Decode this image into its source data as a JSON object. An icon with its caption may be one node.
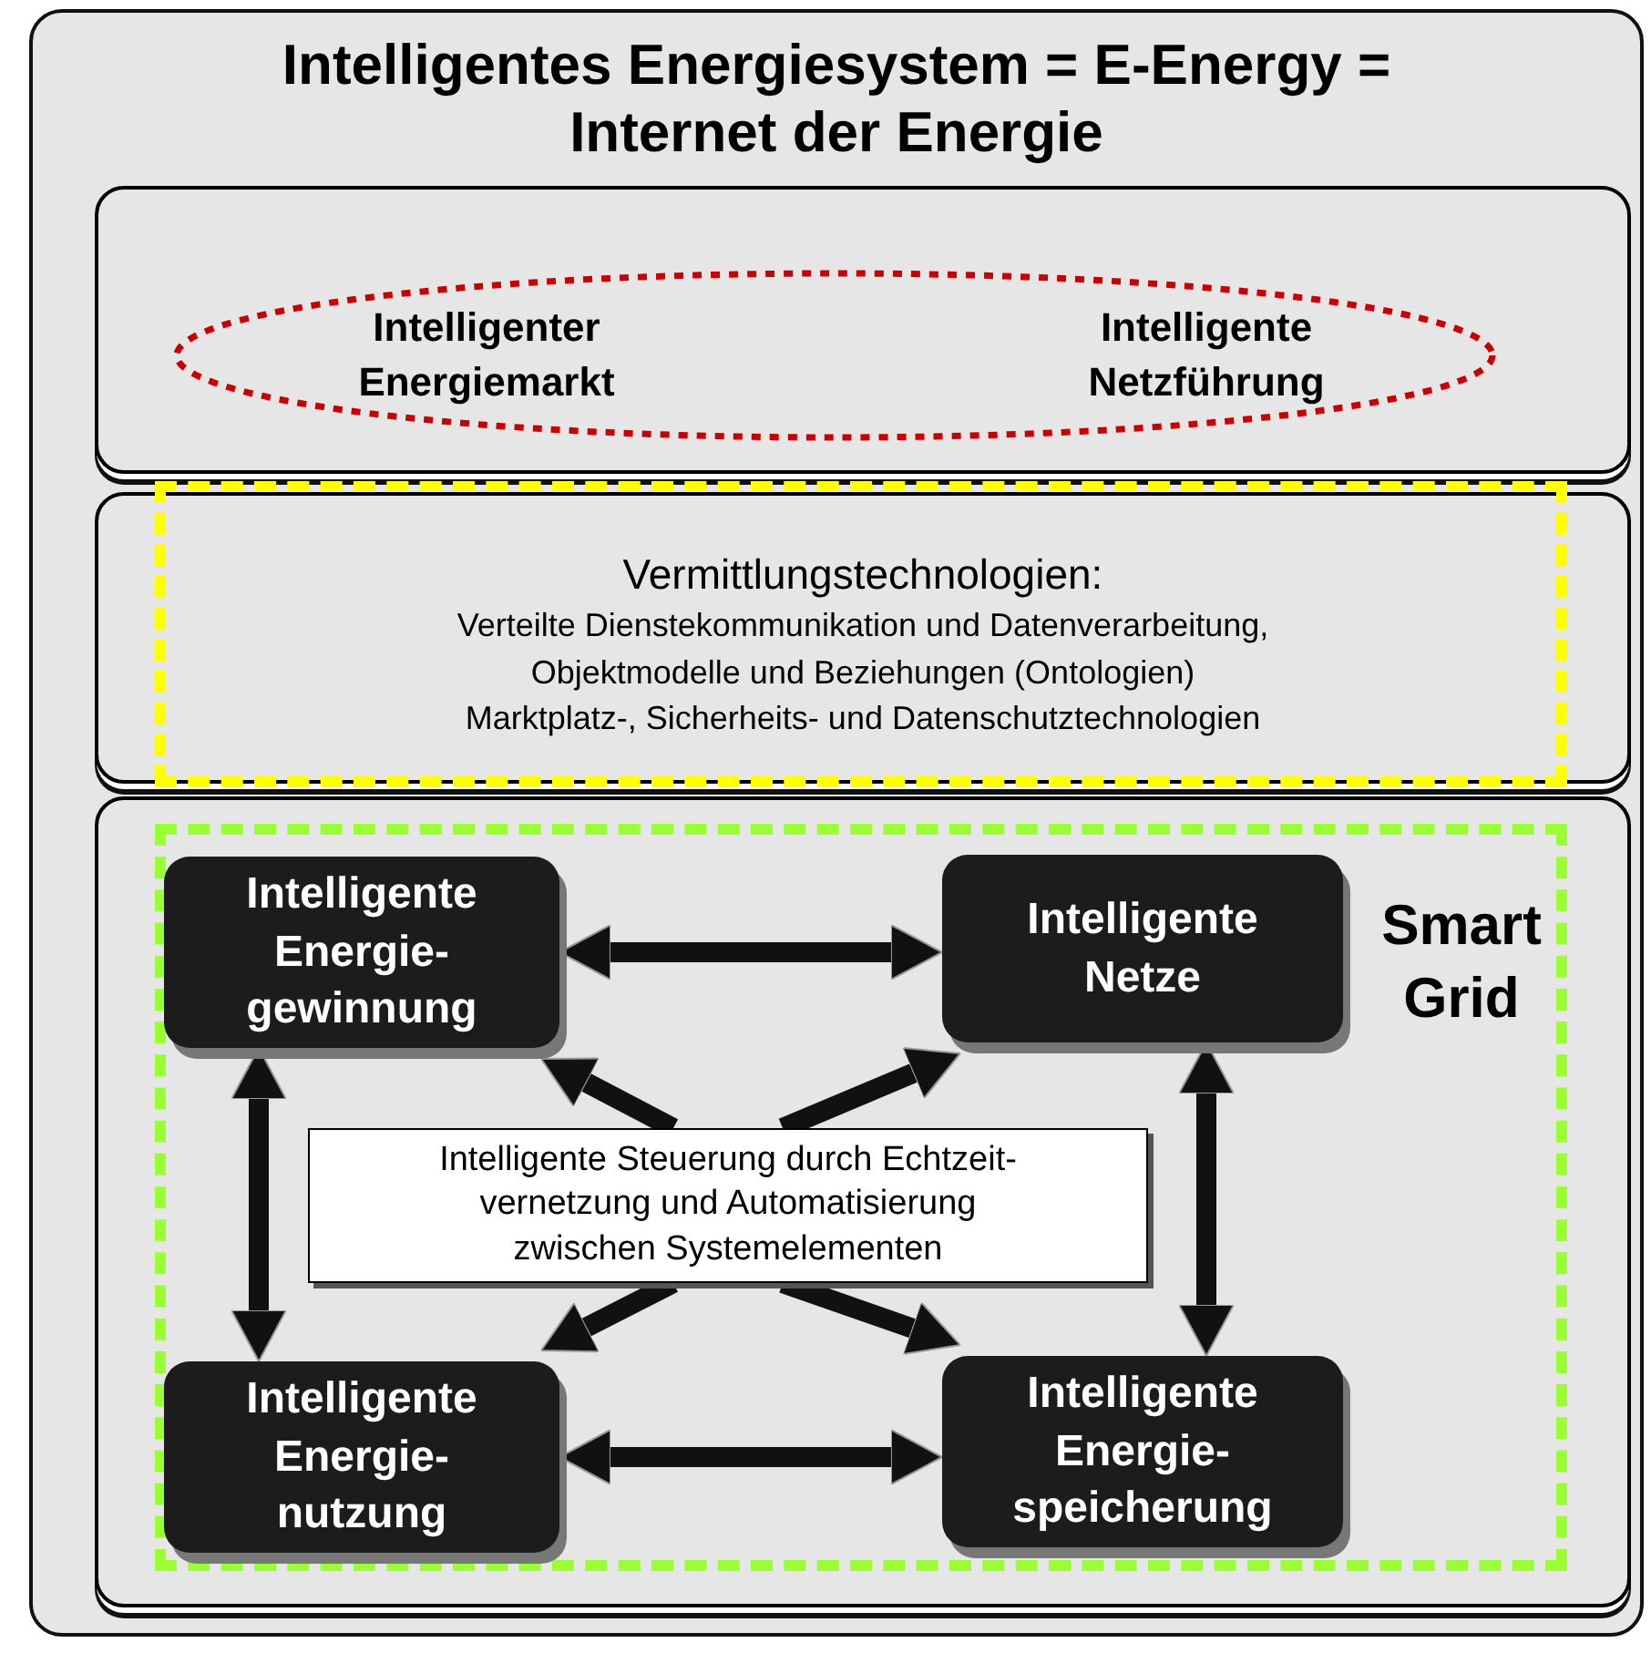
{
  "diagram": {
    "title": "Intelligentes Energiesystem = E-Energy = Internet der Energie",
    "nodes": [
      {
        "text": [],
        "shape": "box"
      },
      {
        "text": [
          "Intelligenter Energiemarkt",
          "Intelligente Netzführung"
        ],
        "in": 0
      },
      {
        "text": [
          "Vermittlungstechnologien:",
          "Verteilte Dienstekommunikation und Datenverarbeitung,",
          "Objektmodelle und Beziehungen (Ontologien)",
          "Marktplatz-, Sicherheits- und Datenschutztechnologien"
        ]
      },
      {
        "text": [],
        "shape": "box"
      },
      {
        "text": [
          "Smart Grid"
        ],
        "in": 3
      },
      {
        "text": [
          "Intelligente Energie- gewinnung"
        ],
        "in": 4
      },
      {
        "text": [
          "Intelligente Netze"
        ],
        "in": 4
      },
      {
        "text": [
          "Intelligente Steuerung durch Echtzeit- vernetzung und Automatisierung zwischen Systemelementen"
        ],
        "in": 4
      },
      {
        "text": [
          "Intelligente Energie- nutzung"
        ],
        "in": 4
      },
      {
        "text": [
          "Intelligente Energie- speicherung"
        ],
        "in": 4
      }
    ],
    "edges": [
      {
        "from": 5,
        "to": 6,
        "arrow": "both"
      },
      {
        "from": 5,
        "to": 8,
        "arrow": "both"
      },
      {
        "from": 6,
        "to": 9,
        "arrow": "both"
      },
      {
        "from": 7,
        "to": 5,
        "arrow": "to"
      },
      {
        "from": 7,
        "to": 6,
        "arrow": "to"
      },
      {
        "from": 7,
        "to": 8,
        "arrow": "to"
      },
      {
        "from": 7,
        "to": 9,
        "arrow": "to"
      },
      {
        "from": 8,
        "to": 9,
        "arrow": "both"
      }
    ]
  }
}
